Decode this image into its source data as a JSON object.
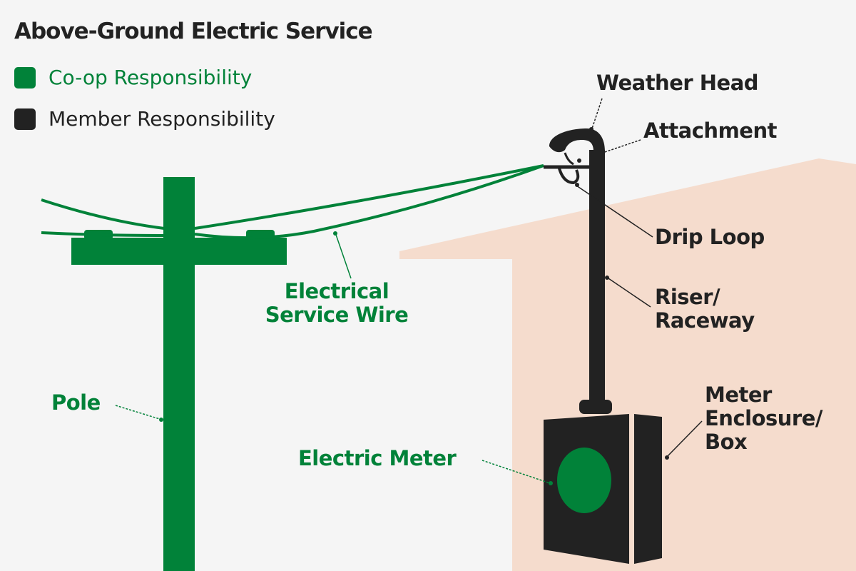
{
  "title": "Above-Ground Electric Service",
  "colors": {
    "coop": "#018239",
    "member": "#222222",
    "house": "#f5dccd",
    "background": "#f5f5f5"
  },
  "legend": [
    {
      "label": "Co-op Responsibility",
      "color": "#018239"
    },
    {
      "label": "Member Responsibility",
      "color": "#222222"
    }
  ],
  "labels": {
    "weather_head": "Weather Head",
    "attachment": "Attachment",
    "drip_loop": "Drip Loop",
    "riser_line1": "Riser/",
    "riser_line2": "Raceway",
    "meter_enclosure_line1": "Meter",
    "meter_enclosure_line2": "Enclosure/",
    "meter_enclosure_line3": "Box",
    "electric_meter": "Electric Meter",
    "service_wire_line1": "Electrical",
    "service_wire_line2": "Service Wire",
    "pole": "Pole"
  }
}
